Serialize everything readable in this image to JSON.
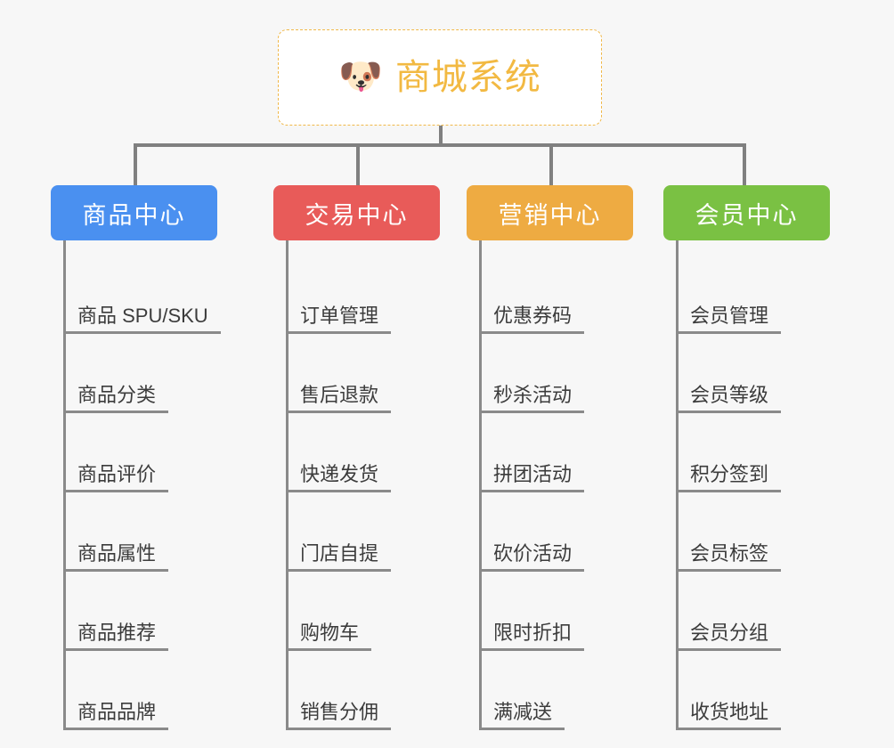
{
  "diagram": {
    "title": "商城系统",
    "root": {
      "icon": "dog-face-icon",
      "icon_glyph": "🐶",
      "label": "商城系统",
      "text_color": "#f2b942",
      "border_color": "#f0b849",
      "background": "#ffffff"
    },
    "background_color": "#f7f7f7",
    "connector_color": "#808080",
    "leaf_rule_color": "#8a8a8a",
    "leaf_text_color": "#3c3c3c",
    "branches": [
      {
        "label": "商品中心",
        "color": "#4a90f0",
        "items": [
          "商品 SPU/SKU",
          "商品分类",
          "商品评价",
          "商品属性",
          "商品推荐",
          "商品品牌"
        ]
      },
      {
        "label": "交易中心",
        "color": "#e85b59",
        "items": [
          "订单管理",
          "售后退款",
          "快递发货",
          "门店自提",
          "购物车",
          "销售分佣"
        ]
      },
      {
        "label": "营销中心",
        "color": "#eeab42",
        "items": [
          "优惠券码",
          "秒杀活动",
          "拼团活动",
          "砍价活动",
          "限时折扣",
          "满减送"
        ]
      },
      {
        "label": "会员中心",
        "color": "#7ac143",
        "items": [
          "会员管理",
          "会员等级",
          "积分签到",
          "会员标签",
          "会员分组",
          "收货地址"
        ]
      }
    ]
  }
}
